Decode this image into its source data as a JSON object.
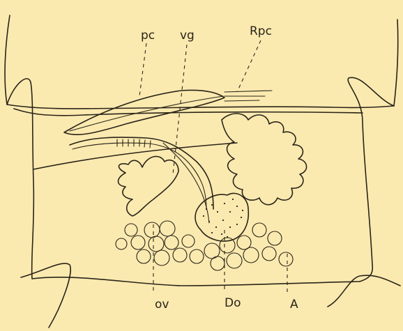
{
  "labels": {
    "pc": "pc",
    "vg": "vg",
    "rpc": "Rpc",
    "ov": "ov",
    "do": "Do",
    "a": "A"
  }
}
